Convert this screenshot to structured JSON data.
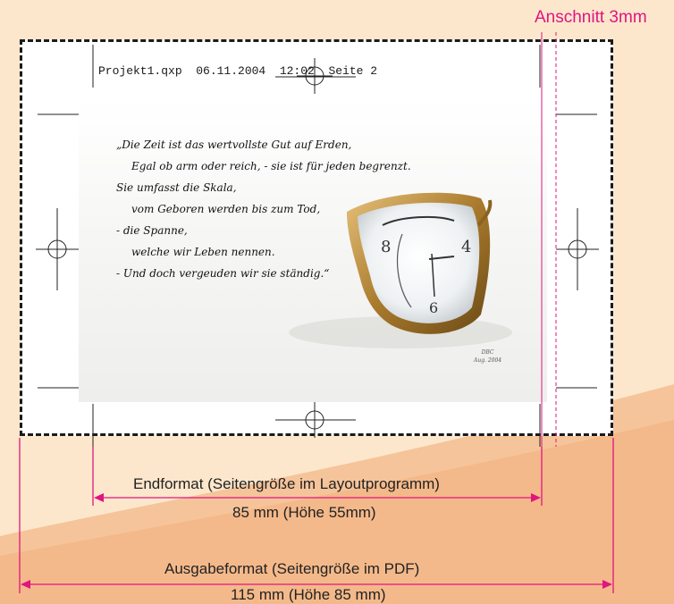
{
  "header_line": "Projekt1.qxp  06.11.2004  12:02  Seite 2",
  "poem": {
    "lines": [
      "„Die Zeit ist das wertvollste Gut auf Erden,",
      "Egal ob arm oder reich, - sie ist für jeden begrenzt.",
      "Sie umfasst die Skala,",
      "vom Geboren werden bis zum Tod,",
      "- die Spanne,",
      "welche wir Leben nennen.",
      "- Und doch vergeuden wir sie ständig.“"
    ],
    "signature": [
      "DBC",
      "Aug. 2004"
    ]
  },
  "labels": {
    "bleed": "Anschnitt 3mm",
    "end_format": "Endformat (Seitengröße im Layoutprogramm)",
    "end_size": "85 mm (Höhe 55mm)",
    "output_format": "Ausgabeformat (Seitengröße im PDF)",
    "output_size": "115 mm (Höhe 85 mm)"
  },
  "colors": {
    "accent": "#e0157f",
    "background": "#fde7cc",
    "dashed_border": "#1a1a1a"
  },
  "icons": [
    "registration-mark-icon",
    "melting-clock-illustration"
  ]
}
